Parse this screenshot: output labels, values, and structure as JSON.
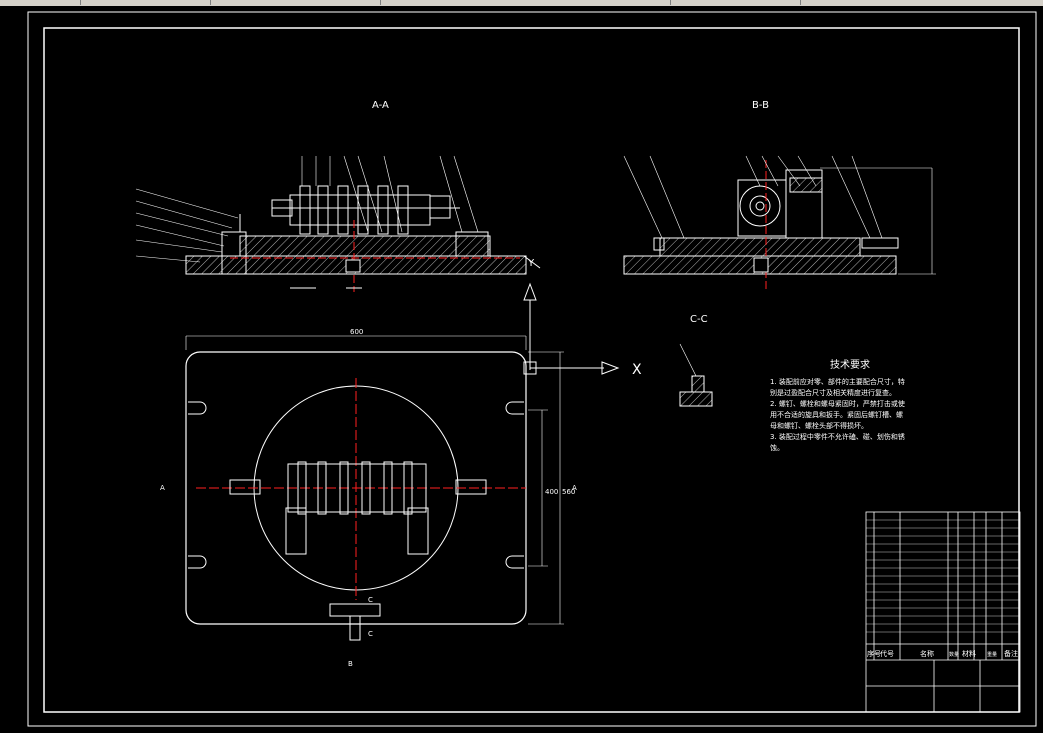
{
  "window": {
    "toolbar": [
      "",
      "",
      "",
      "",
      ""
    ]
  },
  "drawing": {
    "section_aa": "A-A",
    "section_bb": "B-B",
    "section_cc": "C-C",
    "axis_x": "X",
    "axis_y": "Y",
    "dim_width": "600",
    "dim_height": "400",
    "dim_h2": "560",
    "view_mark_a_left": "A",
    "view_mark_a_right": "A",
    "view_mark_b": "B",
    "view_mark_c": "C",
    "view_mark_c2": "C",
    "tech_title": "技术要求",
    "tech_notes": [
      "1. 装配前应对零、部件的主要配合尺寸，特",
      "别是过盈配合尺寸及相关精度进行复查。",
      "2. 螺钉、螺栓和螺母紧固时，严禁打击或使",
      "用不合适的旋具和扳手。紧固后螺钉槽、螺",
      "母和螺钉、螺栓头部不得损坏。",
      "3. 装配过程中零件不允许磕、碰、划伤和锈",
      "蚀。"
    ],
    "bom_header": [
      "序号",
      "代号",
      "名称",
      "数量",
      "材料",
      "重量",
      "备注"
    ]
  },
  "colors": {
    "background": "#000000",
    "line": "#ffffff",
    "center": "#ff2020",
    "frame": "#ffffff",
    "chrome": "#d4d0c8"
  }
}
